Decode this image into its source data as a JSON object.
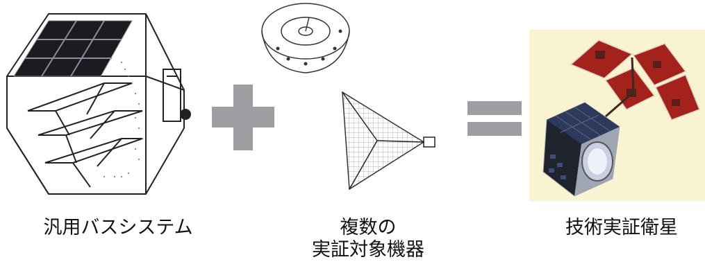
{
  "colors": {
    "operator_gray": "#9c9ea1",
    "solar_cell_dark": "#1a1c22",
    "red_panel": "#a3231c",
    "panel_background": "#faf3d2",
    "line_art": "#333333"
  },
  "figures": {
    "bus": {
      "icon": "generic-bus-satellite-drawing-icon",
      "caption": "汎用バスシステム"
    },
    "payload": {
      "icons": [
        "round-equipment-drawing-icon",
        "deployable-reflector-drawing-icon"
      ],
      "caption_line1": "複数の",
      "caption_line2": "実証対象機器"
    },
    "result": {
      "icon": "demonstration-satellite-rendering-icon",
      "caption": "技術実証衛星"
    }
  },
  "operators": {
    "plus": "plus-icon",
    "equals": "equals-icon"
  }
}
